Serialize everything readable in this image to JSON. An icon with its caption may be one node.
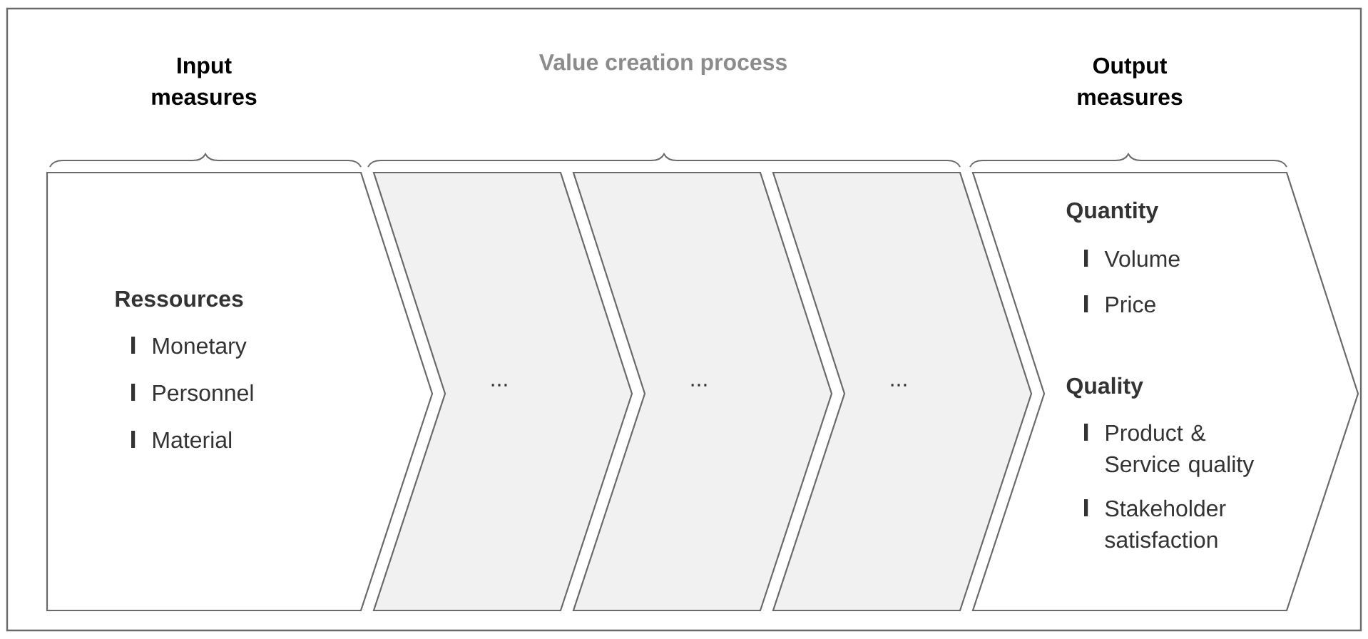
{
  "diagram": {
    "nodes": [
      {
        "text": [
          "Ressources",
          "Monetary",
          "Personnel",
          "Material"
        ]
      },
      {
        "text": [
          "..."
        ]
      },
      {
        "text": [
          "..."
        ]
      },
      {
        "text": [
          "..."
        ]
      },
      {
        "text": [
          "Quantity",
          "Volume",
          "Price",
          "Quality",
          "Product & Service quality",
          "Stakeholder satisfaction"
        ]
      }
    ],
    "labels": [
      "Input measures",
      "Value creation process",
      "Output measures"
    ]
  }
}
